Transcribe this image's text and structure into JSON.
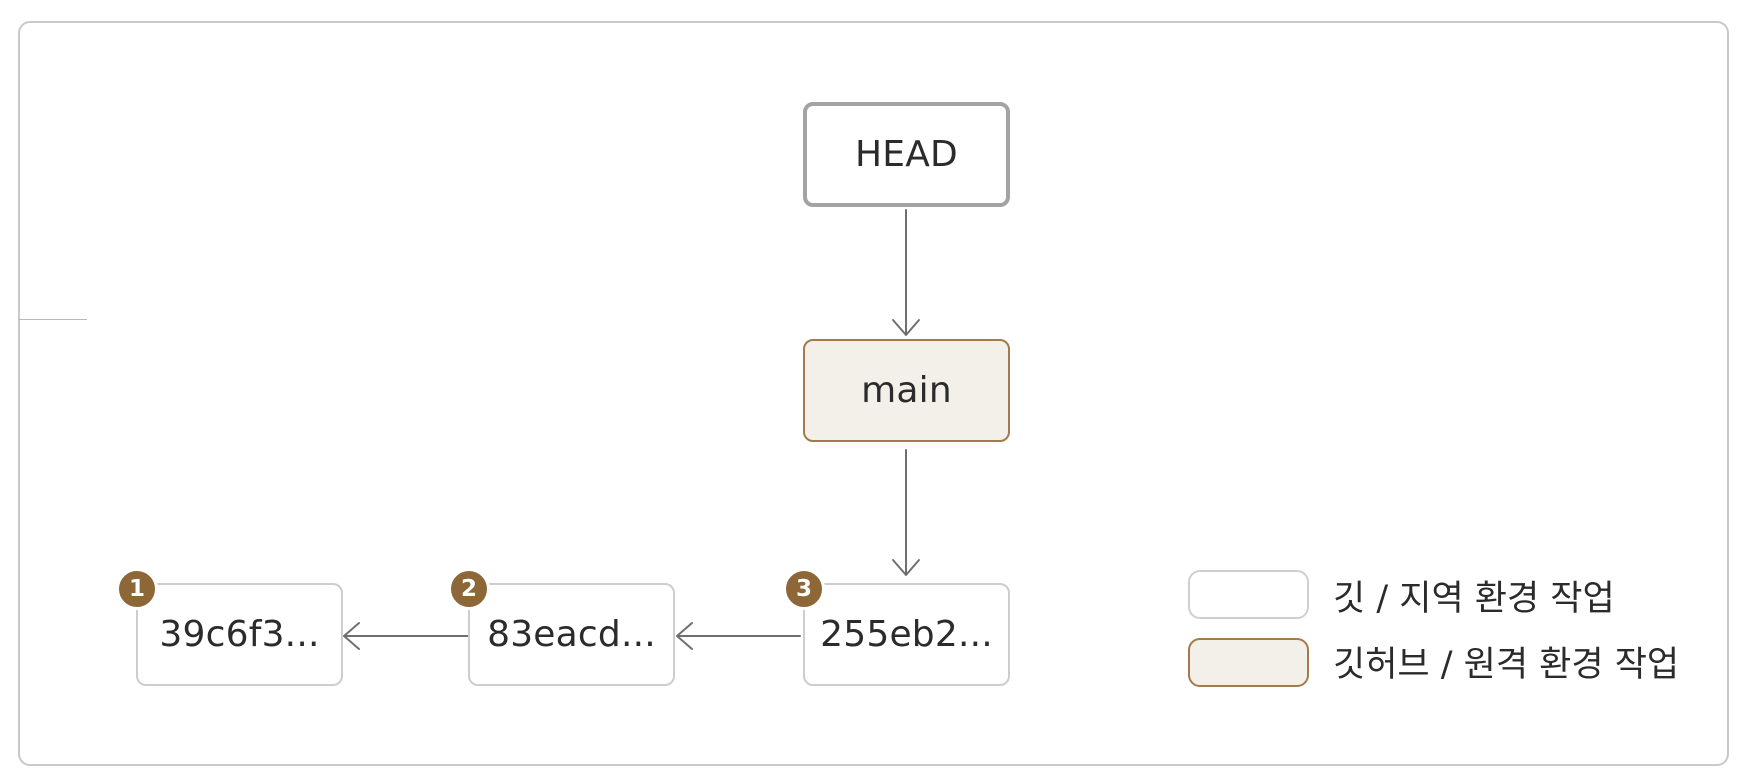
{
  "diagram": {
    "head_label": "HEAD",
    "branch_label": "main",
    "commits": [
      {
        "badge": "1",
        "hash": "39c6f3..."
      },
      {
        "badge": "2",
        "hash": "83eacd..."
      },
      {
        "badge": "3",
        "hash": "255eb2..."
      }
    ]
  },
  "legend": {
    "local_label": "깃 / 지역 환경 작업",
    "remote_label": "깃허브 / 원격 환경 작업"
  },
  "colors": {
    "accent_brown": "#8d6737",
    "branch_fill": "#f3efe9",
    "branch_border": "#a27a4c",
    "arrow": "#6f6f6f",
    "box_border": "#cdcdcd"
  }
}
